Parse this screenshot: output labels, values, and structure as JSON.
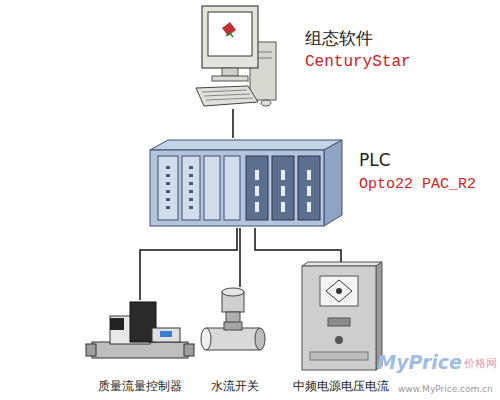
{
  "diagram": {
    "nodes": [
      {
        "text": [
          "组态软件",
          "CenturyStar"
        ]
      },
      {
        "text": [
          "PLC",
          "Opto22 PAC_R2"
        ]
      },
      {
        "text": [
          "质量流量控制器"
        ]
      },
      {
        "text": [
          "水流开关"
        ]
      },
      {
        "text": [
          "中频电源电压电流"
        ]
      }
    ],
    "edges": [
      {
        "from": 0,
        "to": 1,
        "arrow": "none"
      },
      {
        "from": 1,
        "to": 2,
        "arrow": "none"
      },
      {
        "from": 1,
        "to": 3,
        "arrow": "none"
      },
      {
        "from": 1,
        "to": 4,
        "arrow": "none"
      }
    ],
    "labels": [
      "MyPrice",
      "价格网",
      "www.MyPrice.com.cn"
    ]
  }
}
